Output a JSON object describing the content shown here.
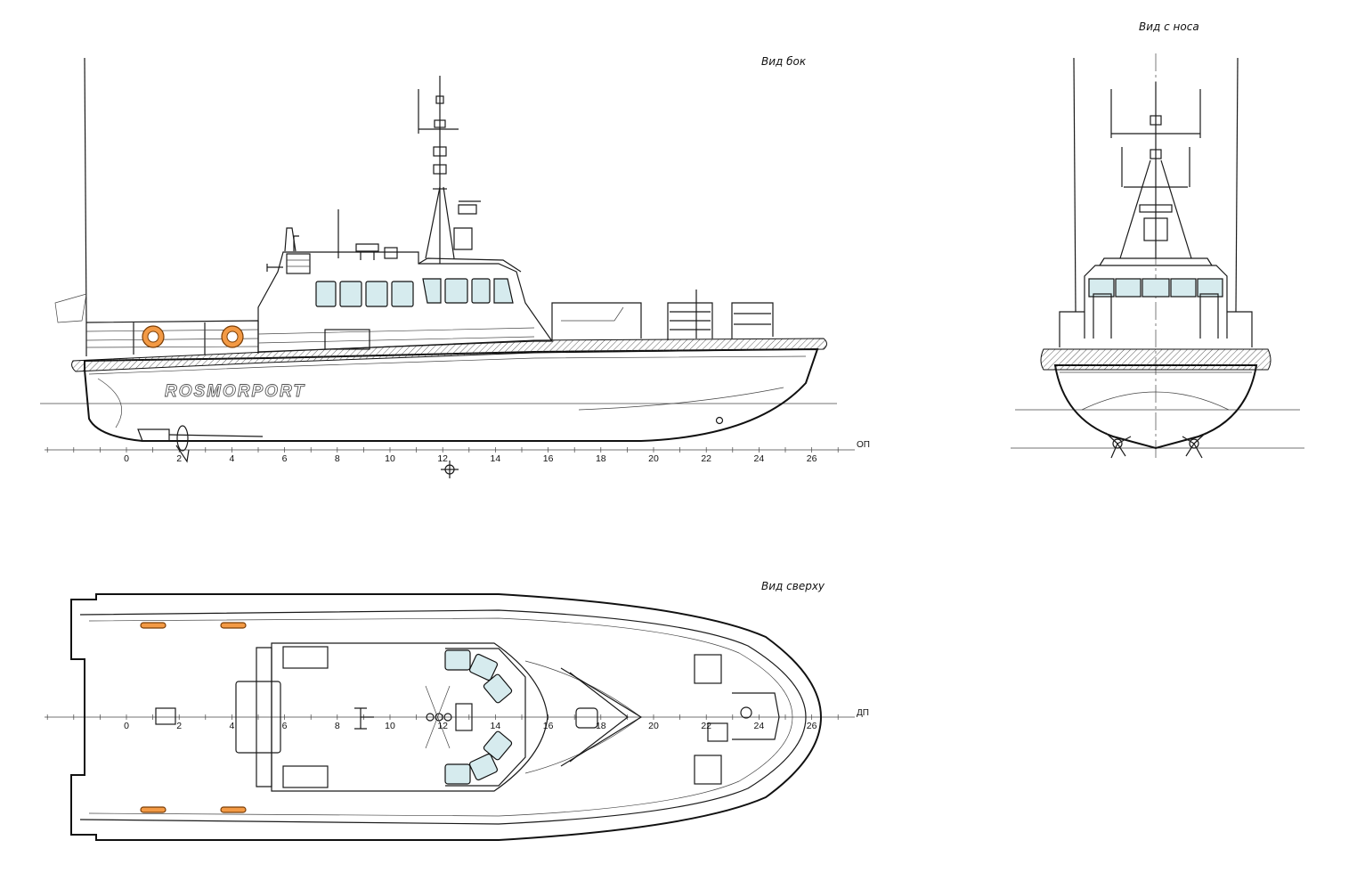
{
  "views": {
    "side": {
      "label": "Вид бок",
      "baseline_label": "ОП"
    },
    "front": {
      "label": "Вид с носа"
    },
    "top": {
      "label": "Вид сверху",
      "centerline_label": "ДП"
    }
  },
  "hull_text": "ROSMORPORT",
  "frame_numbers": [
    "0",
    "2",
    "4",
    "6",
    "8",
    "10",
    "12",
    "14",
    "16",
    "18",
    "20",
    "22",
    "24",
    "26"
  ],
  "colors": {
    "line": "#1a1a1a",
    "glass": "#d6ebee",
    "lifebuoy": "#f39a45"
  }
}
